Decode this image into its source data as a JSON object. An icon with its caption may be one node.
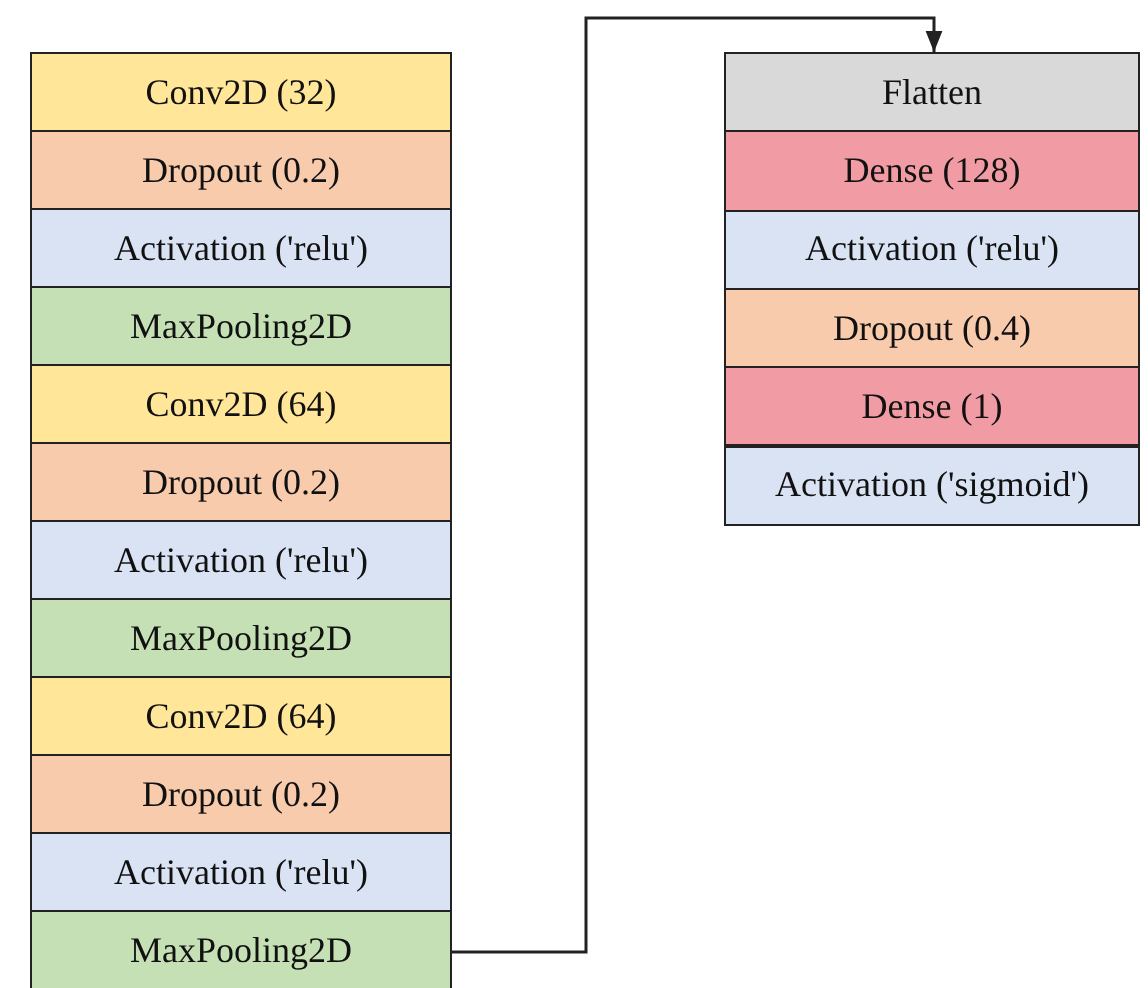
{
  "diagram": {
    "nodes": [
      {
        "text": [
          "Conv2D (32)"
        ]
      },
      {
        "text": [
          "Dropout (0.2)"
        ]
      },
      {
        "text": [
          "Activation ('relu')"
        ]
      },
      {
        "text": [
          "MaxPooling2D"
        ]
      },
      {
        "text": [
          "Conv2D (64)"
        ]
      },
      {
        "text": [
          "Dropout (0.2)"
        ]
      },
      {
        "text": [
          "Activation ('relu')"
        ]
      },
      {
        "text": [
          "MaxPooling2D"
        ]
      },
      {
        "text": [
          "Conv2D (64)"
        ]
      },
      {
        "text": [
          "Dropout (0.2)"
        ]
      },
      {
        "text": [
          "Activation ('relu')"
        ]
      },
      {
        "text": [
          "MaxPooling2D"
        ]
      },
      {
        "text": [
          "Flatten"
        ]
      },
      {
        "text": [
          "Dense (128)"
        ]
      },
      {
        "text": [
          "Activation ('relu')"
        ]
      },
      {
        "text": [
          "Dropout (0.4)"
        ]
      },
      {
        "text": [
          "Dense (1)"
        ]
      },
      {
        "text": [
          "Activation ('sigmoid')"
        ]
      }
    ],
    "edges": [
      {
        "from": 11,
        "to": 12,
        "arrow": "to"
      }
    ]
  }
}
